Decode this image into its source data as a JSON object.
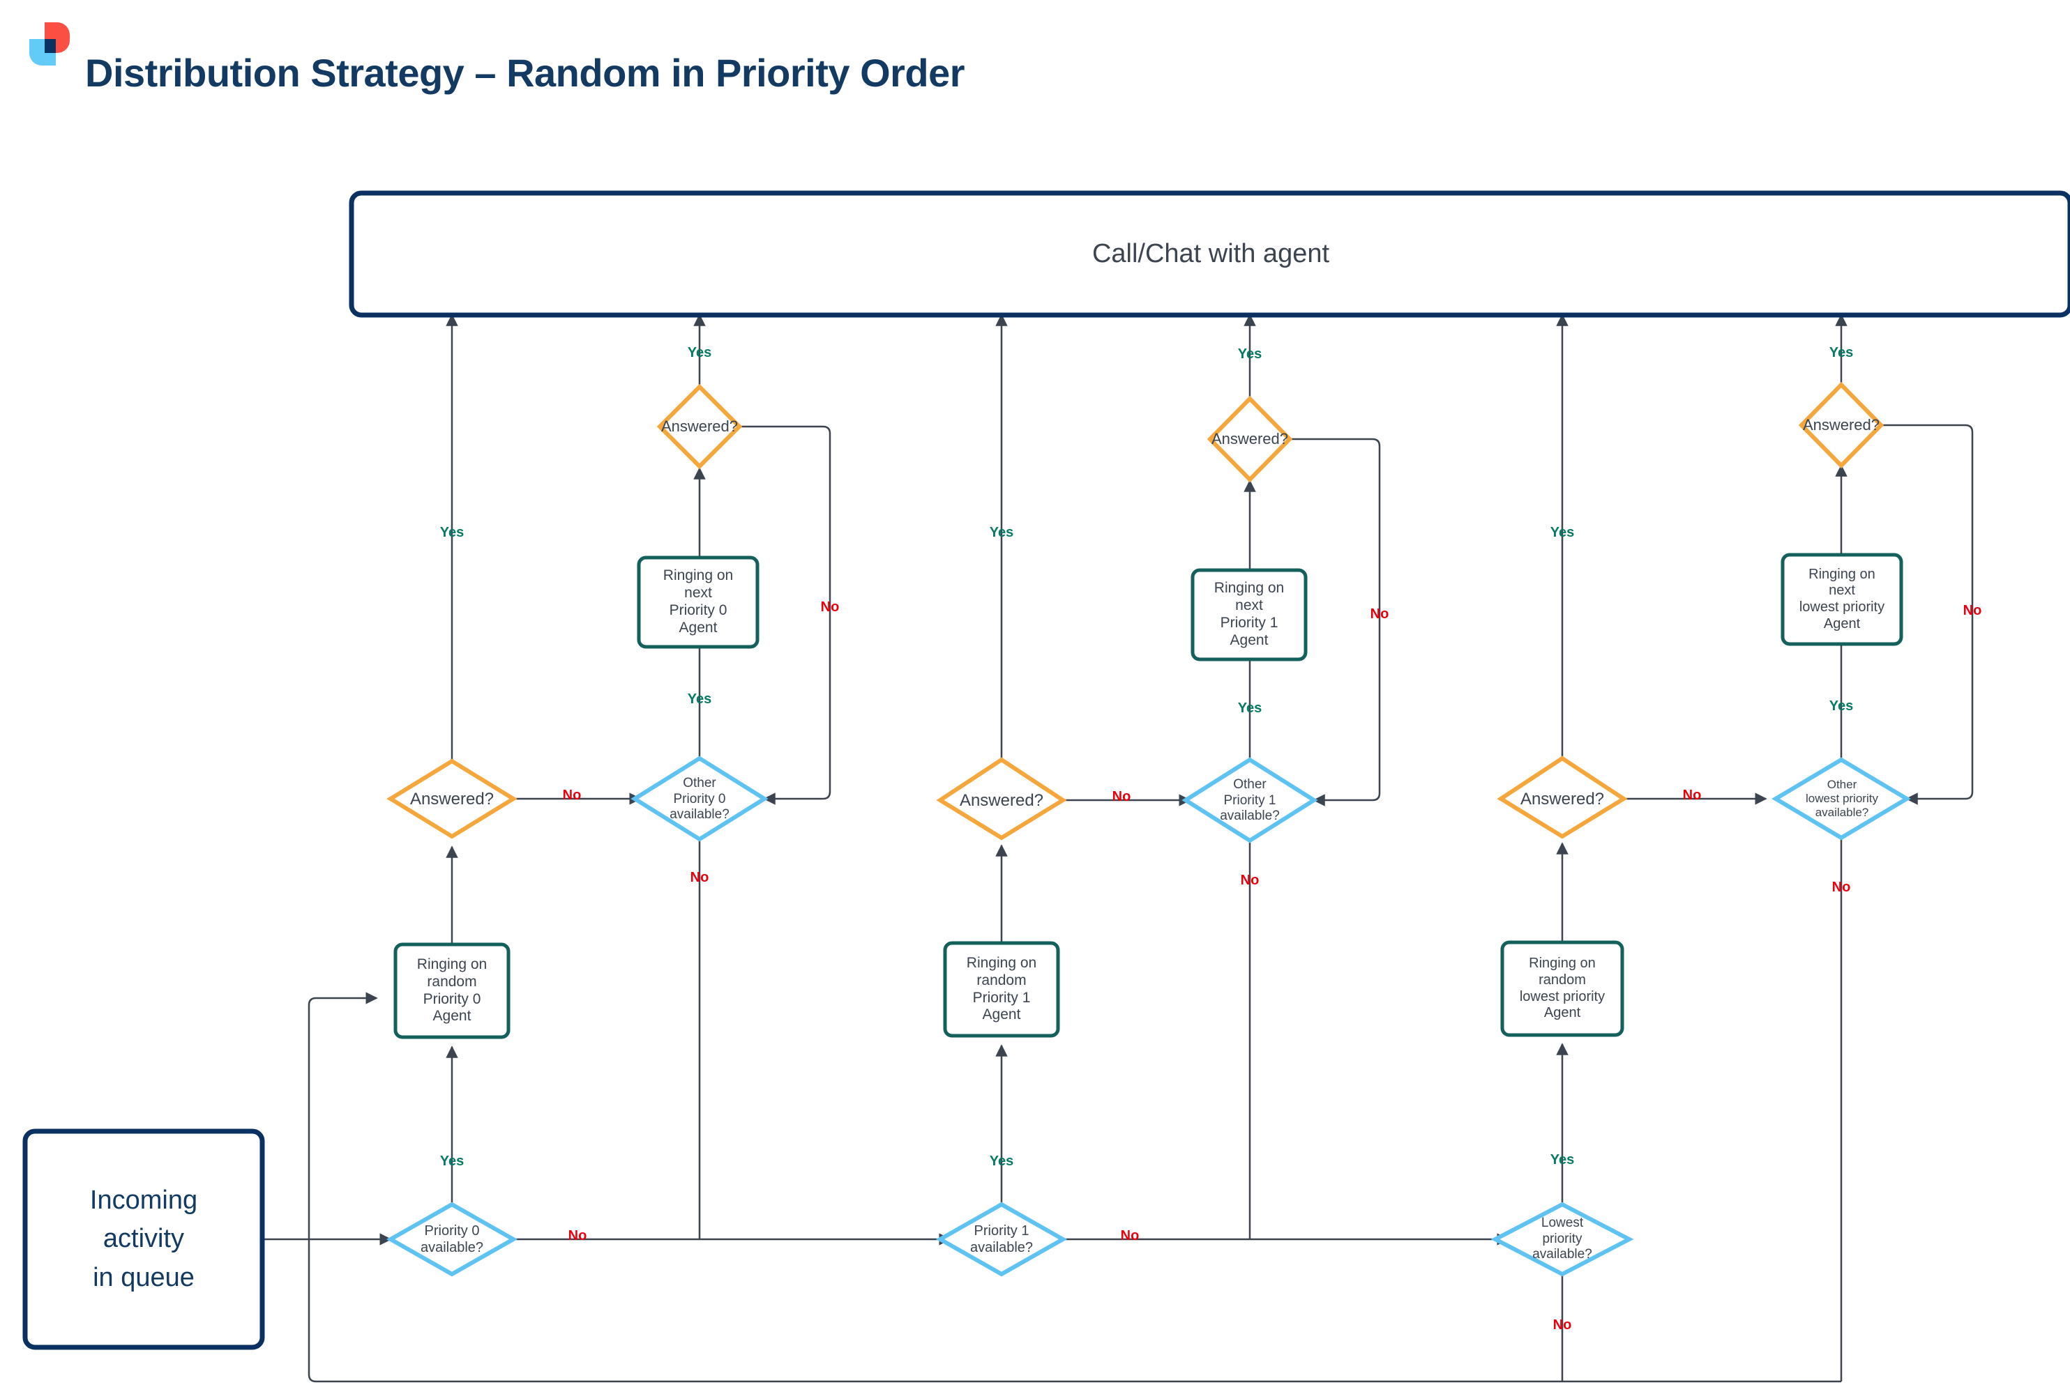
{
  "page": {
    "title": "Distribution Strategy – Random in Priority Order",
    "logo_name": "brand-logo"
  },
  "colors": {
    "title_navy": "#123a63",
    "terminal_border": "#0a3161",
    "decision_blue": "#5ec3f2",
    "decision_orange": "#f5a73c",
    "process_teal": "#14605c",
    "edge": "#3c4450",
    "yes_green": "#077a63",
    "no_red": "#e8000d",
    "logo_red": "#fb4f43",
    "logo_blue": "#62cbf7",
    "logo_navy": "#0a3161"
  },
  "nodes": {
    "call_chat": {
      "label": "Call/Chat with agent",
      "type": "terminal"
    },
    "incoming": {
      "label": "Incoming\nactivity\nin queue",
      "type": "terminal"
    },
    "p0_available": {
      "label": "Priority 0\navailable?",
      "type": "decision-blue"
    },
    "p0_ring_random": {
      "label": "Ringing on\nrandom\nPriority 0\nAgent",
      "type": "process"
    },
    "p0_answered": {
      "label": "Answered?",
      "type": "decision-orange"
    },
    "p0_other_available": {
      "label": "Other\nPriority 0\navailable?",
      "type": "decision-blue"
    },
    "p0_ring_next": {
      "label": "Ringing on\nnext\nPriority 0\nAgent",
      "type": "process"
    },
    "p0_answered_next": {
      "label": "Answered?",
      "type": "decision-orange"
    },
    "p1_available": {
      "label": "Priority 1\navailable?",
      "type": "decision-blue"
    },
    "p1_ring_random": {
      "label": "Ringing on\nrandom\nPriority 1\nAgent",
      "type": "process"
    },
    "p1_answered": {
      "label": "Answered?",
      "type": "decision-orange"
    },
    "p1_other_available": {
      "label": "Other\nPriority 1\navailable?",
      "type": "decision-blue"
    },
    "p1_ring_next": {
      "label": "Ringing on\nnext\nPriority 1\nAgent",
      "type": "process"
    },
    "p1_answered_next": {
      "label": "Answered?",
      "type": "decision-orange"
    },
    "lp_available": {
      "label": "Lowest\npriority\navailable?",
      "type": "decision-blue"
    },
    "lp_ring_random": {
      "label": "Ringing on\nrandom\nlowest priority\nAgent",
      "type": "process"
    },
    "lp_answered": {
      "label": "Answered?",
      "type": "decision-orange"
    },
    "lp_other_available": {
      "label": "Other\nlowest priority\navailable?",
      "type": "decision-blue"
    },
    "lp_ring_next": {
      "label": "Ringing on\nnext\nlowest priority\nAgent",
      "type": "process"
    },
    "lp_answered_next": {
      "label": "Answered?",
      "type": "decision-orange"
    }
  },
  "edge_labels": {
    "yes": "Yes",
    "no": "No",
    "items": [
      {
        "id": "p0-avail-yes",
        "text": "Yes",
        "kind": "yes"
      },
      {
        "id": "p0-avail-no",
        "text": "No",
        "kind": "no"
      },
      {
        "id": "p0-answered-yes",
        "text": "Yes",
        "kind": "yes"
      },
      {
        "id": "p0-answered-no",
        "text": "No",
        "kind": "no"
      },
      {
        "id": "p0-other-yes",
        "text": "Yes",
        "kind": "yes"
      },
      {
        "id": "p0-other-no",
        "text": "No",
        "kind": "no"
      },
      {
        "id": "p0-next-answered-yes",
        "text": "Yes",
        "kind": "yes"
      },
      {
        "id": "p0-next-answered-no",
        "text": "No",
        "kind": "no"
      },
      {
        "id": "p1-avail-yes",
        "text": "Yes",
        "kind": "yes"
      },
      {
        "id": "p1-avail-no",
        "text": "No",
        "kind": "no"
      },
      {
        "id": "p1-answered-yes",
        "text": "Yes",
        "kind": "yes"
      },
      {
        "id": "p1-answered-no",
        "text": "No",
        "kind": "no"
      },
      {
        "id": "p1-other-yes",
        "text": "Yes",
        "kind": "yes"
      },
      {
        "id": "p1-other-no",
        "text": "No",
        "kind": "no"
      },
      {
        "id": "p1-next-answered-yes",
        "text": "Yes",
        "kind": "yes"
      },
      {
        "id": "p1-next-answered-no",
        "text": "No",
        "kind": "no"
      },
      {
        "id": "lp-avail-yes",
        "text": "Yes",
        "kind": "yes"
      },
      {
        "id": "lp-avail-no",
        "text": "No",
        "kind": "no"
      },
      {
        "id": "lp-answered-yes",
        "text": "Yes",
        "kind": "yes"
      },
      {
        "id": "lp-answered-no",
        "text": "No",
        "kind": "no"
      },
      {
        "id": "lp-other-yes",
        "text": "Yes",
        "kind": "yes"
      },
      {
        "id": "lp-other-no",
        "text": "No",
        "kind": "no"
      },
      {
        "id": "lp-next-answered-yes",
        "text": "Yes",
        "kind": "yes"
      },
      {
        "id": "lp-next-answered-no",
        "text": "No",
        "kind": "no"
      }
    ]
  }
}
